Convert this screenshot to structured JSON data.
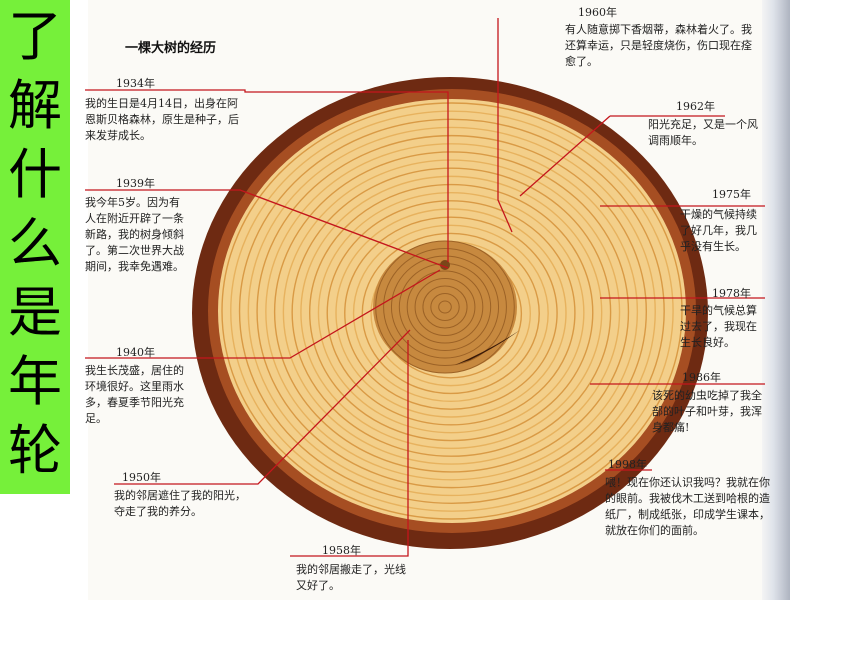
{
  "side_title": [
    "了",
    "解",
    "什",
    "么",
    "是",
    "年",
    "轮"
  ],
  "title": "一棵大树的经历",
  "events": [
    {
      "year": "1934年",
      "text": "我的生日是4月14日，出身在阿恩斯贝格森林，原生是种子，后来发芽成长。"
    },
    {
      "year": "1939年",
      "text": "我今年5岁。因为有人在附近开辟了一条新路，我的树身倾斜了。第二次世界大战期间，我幸免遇难。"
    },
    {
      "year": "1940年",
      "text": "我生长茂盛，居住的环境很好。这里雨水多，春夏季节阳光充足。"
    },
    {
      "year": "1950年",
      "text": "我的邻居遮住了我的阳光，夺走了我的养分。"
    },
    {
      "year": "1958年",
      "text": "我的邻居搬走了，光线又好了。"
    },
    {
      "year": "1960年",
      "text": "有人随意掷下香烟蒂，森林着火了。我还算幸运，只是轻度烧伤，伤口现在痊愈了。"
    },
    {
      "year": "1962年",
      "text": "阳光充足，又是一个风调雨顺年。"
    },
    {
      "year": "1975年",
      "text": "干燥的气候持续了好几年，我几乎没有生长。"
    },
    {
      "year": "1978年",
      "text": "干旱的气候总算过去了，我现在生长良好。"
    },
    {
      "year": "1986年",
      "text": "该死的幼虫吃掉了我全部的叶子和叶芽，我浑身都痛!"
    },
    {
      "year": "1998年",
      "text": "喂！现在你还认识我吗？我就在你的眼前。我被伐木工送到哈根的造纸厂，制成纸张，印成学生课本，就放在你们的面前。"
    }
  ],
  "colors": {
    "side": "#76f03a",
    "line": "#c4161c",
    "bark": "#6e2a12",
    "wood": "#f3cf8a",
    "pith": "#c7893f"
  }
}
